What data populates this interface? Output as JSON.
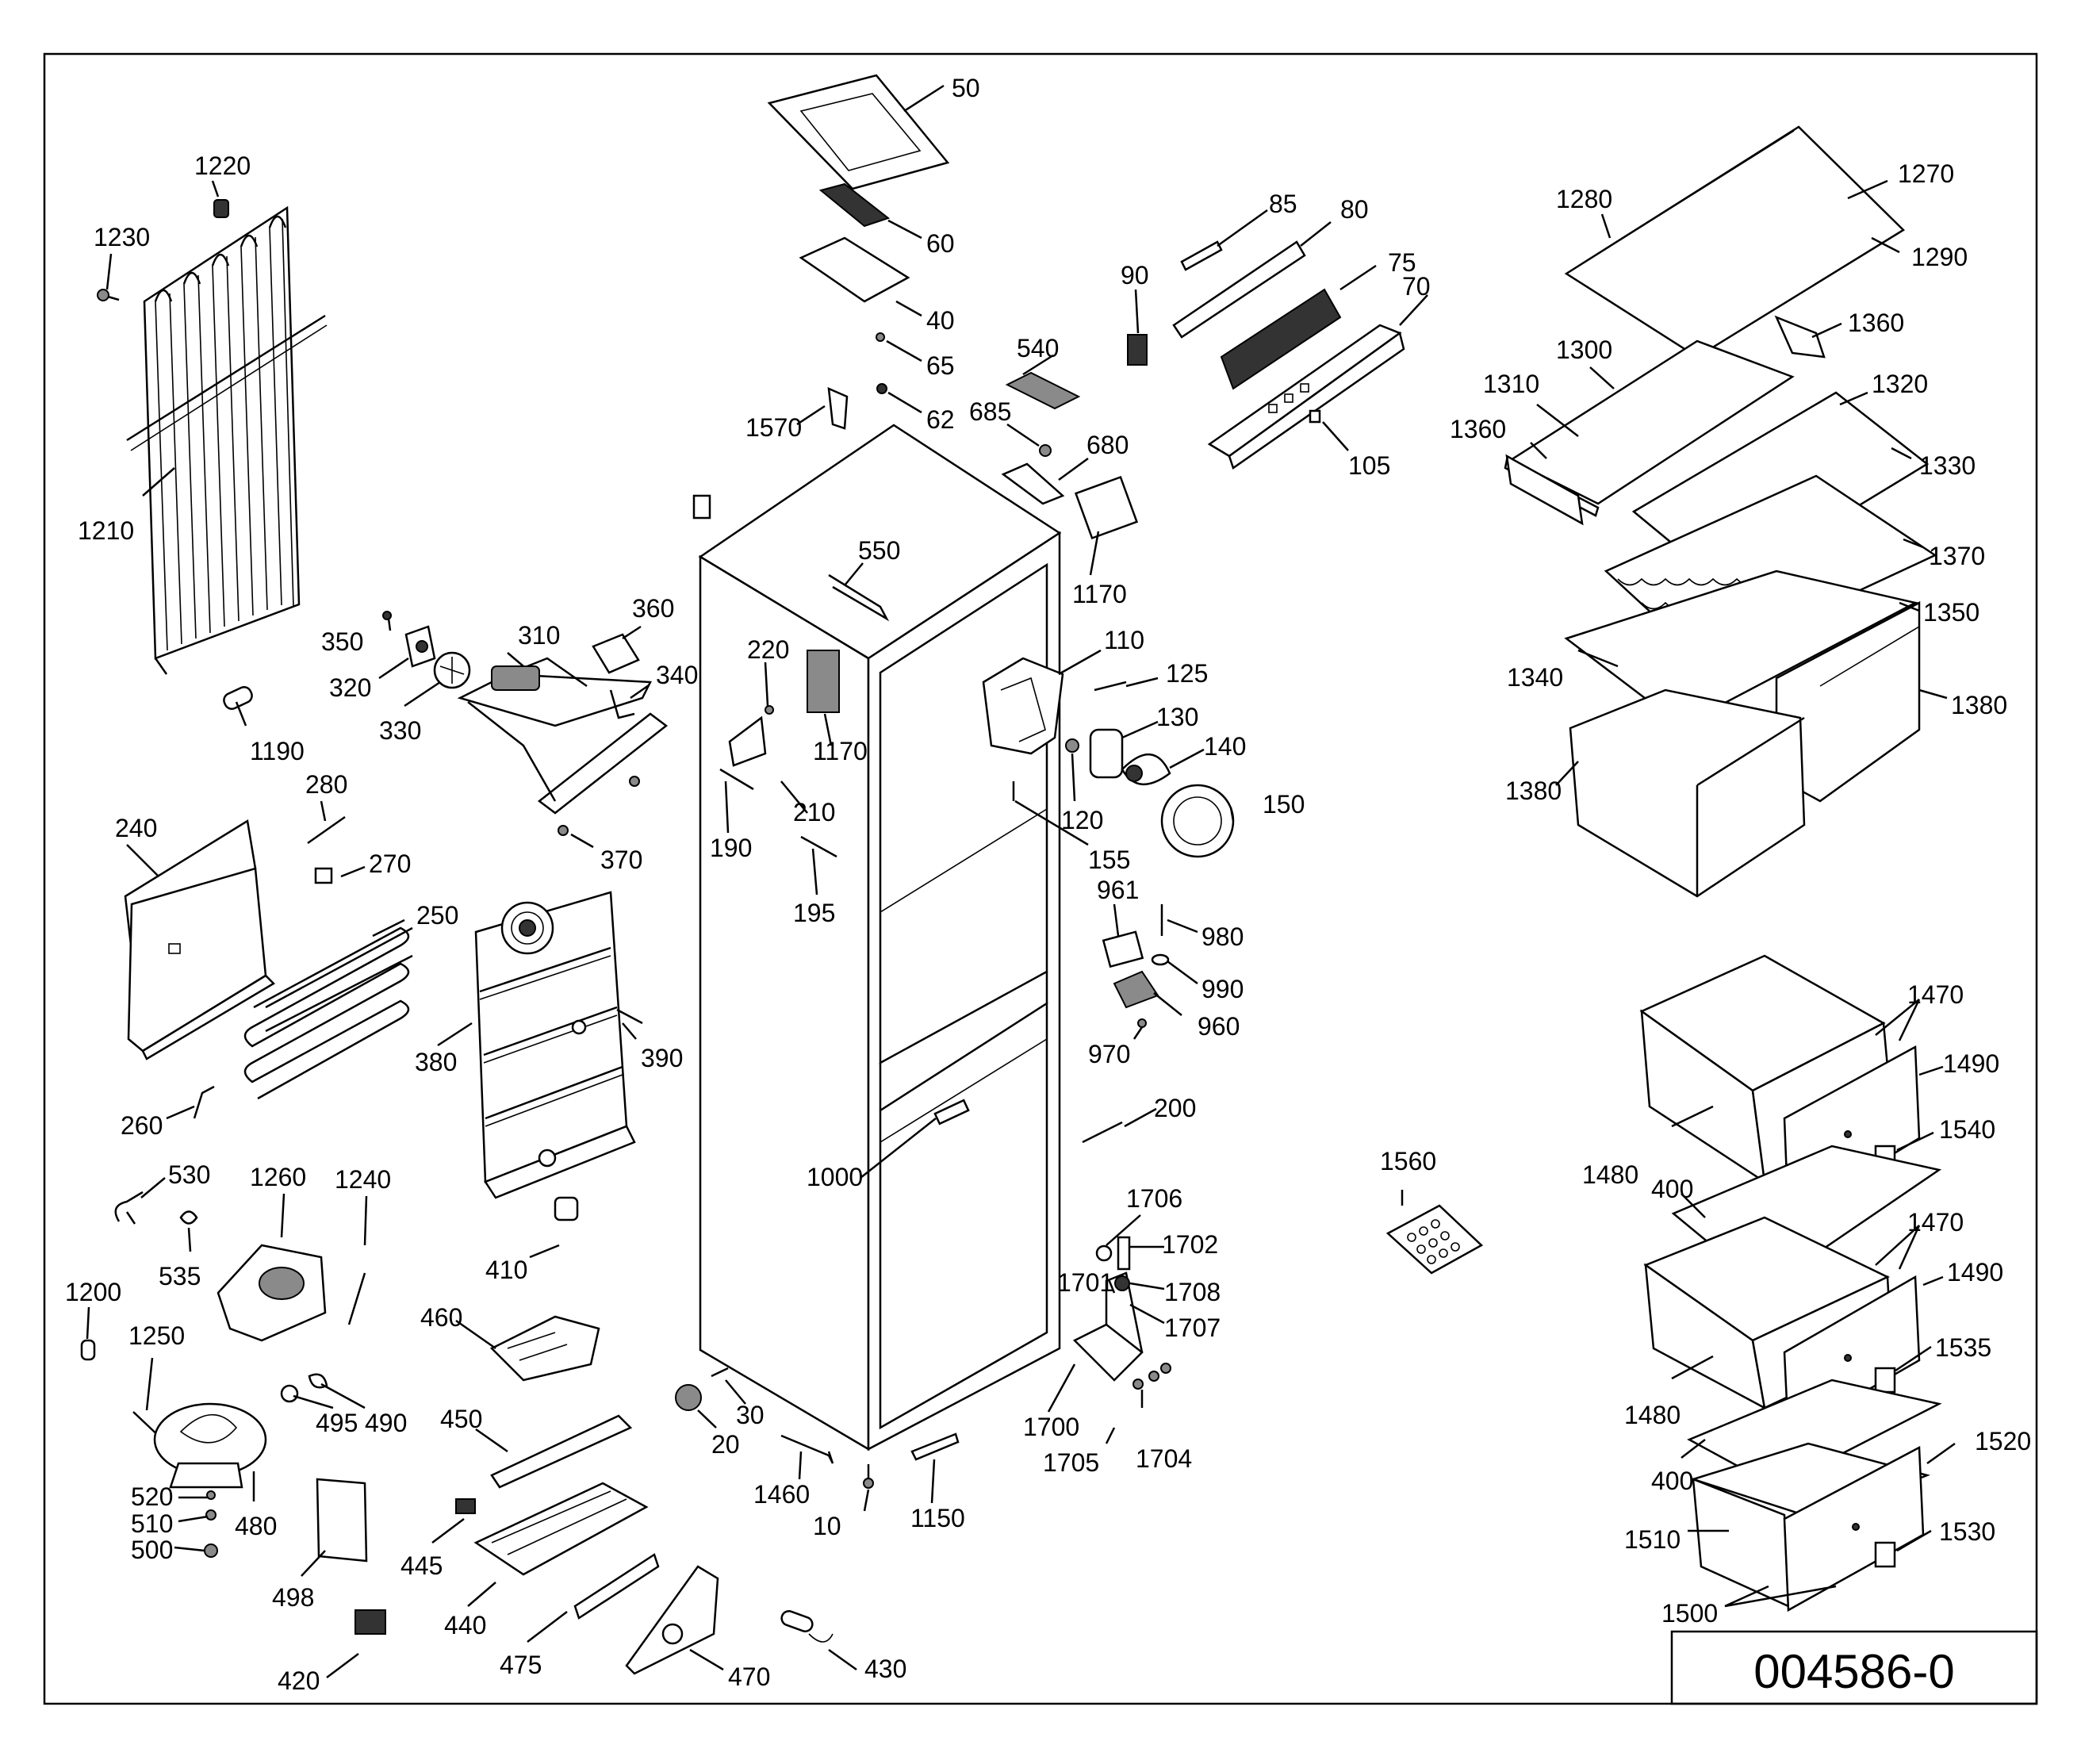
{
  "drawing_code": "004586-0",
  "callouts": [
    {
      "id": "p1220",
      "label": "1220"
    },
    {
      "id": "p1230",
      "label": "1230"
    },
    {
      "id": "p1210",
      "label": "1210"
    },
    {
      "id": "p1190",
      "label": "1190"
    },
    {
      "id": "p350",
      "label": "350"
    },
    {
      "id": "p320",
      "label": "320"
    },
    {
      "id": "p330",
      "label": "330"
    },
    {
      "id": "p310",
      "label": "310"
    },
    {
      "id": "p360",
      "label": "360"
    },
    {
      "id": "p340",
      "label": "340"
    },
    {
      "id": "p370",
      "label": "370"
    },
    {
      "id": "p280",
      "label": "280"
    },
    {
      "id": "p270",
      "label": "270"
    },
    {
      "id": "p240",
      "label": "240"
    },
    {
      "id": "p250",
      "label": "250"
    },
    {
      "id": "p260",
      "label": "260"
    },
    {
      "id": "p380",
      "label": "380"
    },
    {
      "id": "p390",
      "label": "390"
    },
    {
      "id": "p410",
      "label": "410"
    },
    {
      "id": "p530",
      "label": "530"
    },
    {
      "id": "p535",
      "label": "535"
    },
    {
      "id": "p1260",
      "label": "1260"
    },
    {
      "id": "p1240",
      "label": "1240"
    },
    {
      "id": "p1200",
      "label": "1200"
    },
    {
      "id": "p1250",
      "label": "1250"
    },
    {
      "id": "p495",
      "label": "495"
    },
    {
      "id": "p490",
      "label": "490"
    },
    {
      "id": "p480",
      "label": "480"
    },
    {
      "id": "p520",
      "label": "520"
    },
    {
      "id": "p510",
      "label": "510"
    },
    {
      "id": "p500",
      "label": "500"
    },
    {
      "id": "p498",
      "label": "498"
    },
    {
      "id": "p420",
      "label": "420"
    },
    {
      "id": "p460",
      "label": "460"
    },
    {
      "id": "p450",
      "label": "450"
    },
    {
      "id": "p445",
      "label": "445"
    },
    {
      "id": "p440",
      "label": "440"
    },
    {
      "id": "p475",
      "label": "475"
    },
    {
      "id": "p470",
      "label": "470"
    },
    {
      "id": "p430",
      "label": "430"
    },
    {
      "id": "p20",
      "label": "20"
    },
    {
      "id": "p30",
      "label": "30"
    },
    {
      "id": "p1460",
      "label": "1460"
    },
    {
      "id": "p10",
      "label": "10"
    },
    {
      "id": "p1150",
      "label": "1150"
    },
    {
      "id": "p1000",
      "label": "1000"
    },
    {
      "id": "p50",
      "label": "50"
    },
    {
      "id": "p60",
      "label": "60"
    },
    {
      "id": "p40",
      "label": "40"
    },
    {
      "id": "p65",
      "label": "65"
    },
    {
      "id": "p62",
      "label": "62"
    },
    {
      "id": "p1570",
      "label": "1570"
    },
    {
      "id": "p540",
      "label": "540"
    },
    {
      "id": "p685",
      "label": "685"
    },
    {
      "id": "p680",
      "label": "680"
    },
    {
      "id": "p550",
      "label": "550"
    },
    {
      "id": "p220",
      "label": "220"
    },
    {
      "id": "p1170a",
      "label": "1170"
    },
    {
      "id": "p1170b",
      "label": "1170"
    },
    {
      "id": "p210",
      "label": "210"
    },
    {
      "id": "p190",
      "label": "190"
    },
    {
      "id": "p195",
      "label": "195"
    },
    {
      "id": "p110",
      "label": "110"
    },
    {
      "id": "p125",
      "label": "125"
    },
    {
      "id": "p130",
      "label": "130"
    },
    {
      "id": "p140",
      "label": "140"
    },
    {
      "id": "p150",
      "label": "150"
    },
    {
      "id": "p120",
      "label": "120"
    },
    {
      "id": "p155",
      "label": "155"
    },
    {
      "id": "p961",
      "label": "961"
    },
    {
      "id": "p980",
      "label": "980"
    },
    {
      "id": "p990",
      "label": "990"
    },
    {
      "id": "p960",
      "label": "960"
    },
    {
      "id": "p970",
      "label": "970"
    },
    {
      "id": "p200",
      "label": "200"
    },
    {
      "id": "p1706",
      "label": "1706"
    },
    {
      "id": "p1702",
      "label": "1702"
    },
    {
      "id": "p1701",
      "label": "1701"
    },
    {
      "id": "p1708",
      "label": "1708"
    },
    {
      "id": "p1707",
      "label": "1707"
    },
    {
      "id": "p1700",
      "label": "1700"
    },
    {
      "id": "p1705",
      "label": "1705"
    },
    {
      "id": "p1704",
      "label": "1704"
    },
    {
      "id": "p85",
      "label": "85"
    },
    {
      "id": "p80",
      "label": "80"
    },
    {
      "id": "p90",
      "label": "90"
    },
    {
      "id": "p75",
      "label": "75"
    },
    {
      "id": "p70",
      "label": "70"
    },
    {
      "id": "p105",
      "label": "105"
    },
    {
      "id": "p1280",
      "label": "1280"
    },
    {
      "id": "p1270",
      "label": "1270"
    },
    {
      "id": "p1290",
      "label": "1290"
    },
    {
      "id": "p1360a",
      "label": "1360"
    },
    {
      "id": "p1300",
      "label": "1300"
    },
    {
      "id": "p1310",
      "label": "1310"
    },
    {
      "id": "p1320",
      "label": "1320"
    },
    {
      "id": "p1360b",
      "label": "1360"
    },
    {
      "id": "p1330",
      "label": "1330"
    },
    {
      "id": "p1370",
      "label": "1370"
    },
    {
      "id": "p1350",
      "label": "1350"
    },
    {
      "id": "p1340",
      "label": "1340"
    },
    {
      "id": "p1380a",
      "label": "1380"
    },
    {
      "id": "p1380b",
      "label": "1380"
    },
    {
      "id": "p1560",
      "label": "1560"
    },
    {
      "id": "p1470a",
      "label": "1470"
    },
    {
      "id": "p1490a",
      "label": "1490"
    },
    {
      "id": "p1540",
      "label": "1540"
    },
    {
      "id": "p1480a",
      "label": "1480"
    },
    {
      "id": "p400a",
      "label": "400"
    },
    {
      "id": "p1470b",
      "label": "1470"
    },
    {
      "id": "p1490b",
      "label": "1490"
    },
    {
      "id": "p1535",
      "label": "1535"
    },
    {
      "id": "p1480b",
      "label": "1480"
    },
    {
      "id": "p400b",
      "label": "400"
    },
    {
      "id": "p1520",
      "label": "1520"
    },
    {
      "id": "p1510",
      "label": "1510"
    },
    {
      "id": "p1530",
      "label": "1530"
    },
    {
      "id": "p1500",
      "label": "1500"
    }
  ]
}
